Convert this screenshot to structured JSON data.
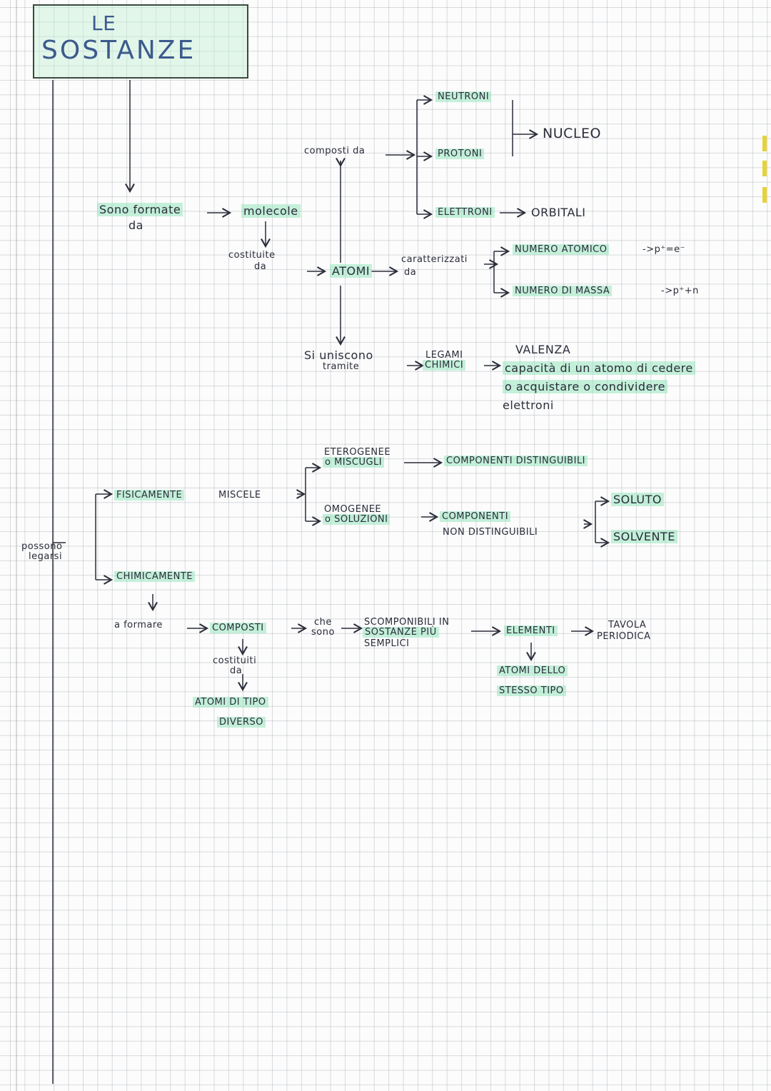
{
  "title": {
    "line1": "LE",
    "line2": "SOSTANZE"
  },
  "nodes": {
    "sono_formate": "Sono formate",
    "da1": "da",
    "molecole": "molecole",
    "costituite": "costituite",
    "da2": "da",
    "composti_da": "composti da",
    "neutroni": "NEUTRONI",
    "protoni": "PROTONI",
    "nucleo": "NUCLEO",
    "elettroni": "ELETTRONI",
    "orbitali": "ORBITALI",
    "atomi": "ATOMI",
    "da3": "da",
    "caratterizzati": "caratterizzati",
    "numero_atomico": "NUMERO ATOMICO",
    "formula_atomico": "->p⁺=e⁻",
    "numero_massa": "NUMERO DI MASSA",
    "formula_massa": "->p⁺+n",
    "si_uniscono": "Si uniscono",
    "tramite": "tramite",
    "legami": "LEGAMI",
    "chimici": "CHIMICI",
    "valenza": "VALENZA",
    "valenza_def_1": "capacità di un atomo di cedere",
    "valenza_def_2": "o acquistare o condividere",
    "valenza_def_3": "elettroni",
    "eterogenee": "ETEROGENEE",
    "o_miscugli": "o MISCUGLI",
    "componenti_distinguibili": "COMPONENTI DISTINGUIBILI",
    "fisicamente": "FISICAMENTE",
    "miscele": "MISCELE",
    "omogenee": "OMOGENEE",
    "o_soluzioni": "o SOLUZIONI",
    "componenti": "COMPONENTI",
    "non_distinguibili": "NON DISTINGUIBILI",
    "soluto": "SOLUTO",
    "solvente": "SOLVENTE",
    "possono": "possono",
    "legarsi": "legarsi",
    "chimicamente": "CHIMICAMENTE",
    "a_formare": "a formare",
    "composti": "COMPOSTI",
    "che": "che",
    "sono": "sono",
    "scomponibili_in": "SCOMPONIBILI IN",
    "sostanze_piu": "SOSTANZE PIÙ",
    "semplici": "SEMPLICI",
    "elementi": "ELEMENTI",
    "tavola": "TAVOLA",
    "periodica": "PERIODICA",
    "atomi_dello": "ATOMI DELLO",
    "stesso_tipo": "STESSO TIPO",
    "costituiti": "costituiti",
    "da4": "da",
    "atomi_di_tipo": "ATOMI DI TIPO",
    "diverso": "DIVERSO"
  },
  "colors": {
    "ink": "#2b2d3a",
    "highlight": "#96e6be",
    "title_ink": "#3c5a8c"
  }
}
